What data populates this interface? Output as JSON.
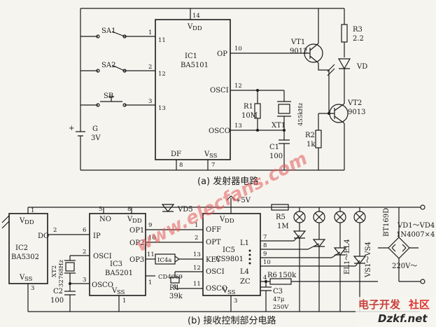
{
  "captions": {
    "a": "(a) 发射器电路",
    "b": "(b) 接收控制部分电路"
  },
  "transmitter": {
    "ic1": {
      "name": "IC1",
      "part": "BA5101",
      "vdd": "V",
      "vdd_sub": "DD",
      "vss": "V",
      "vss_sub": "SS",
      "df": "DF"
    },
    "pins": {
      "p14": "14",
      "p11": "11",
      "p12": "12",
      "p13": "13",
      "p10": "10",
      "op": "OP",
      "osci": "OSCI",
      "osco": "OSCO",
      "p12r": "12",
      "p13r": "13",
      "p1": "1",
      "p2": "2",
      "p3": "3",
      "df_pin": "8",
      "vss_pin": "7"
    },
    "switches": [
      "SA1",
      "SA2",
      "SB"
    ],
    "battery": {
      "name": "G",
      "value": "3V"
    },
    "r1": {
      "name": "R1",
      "value": "10M"
    },
    "r2": {
      "name": "R2",
      "value": "1k"
    },
    "r3": {
      "name": "R3",
      "value": "2.2"
    },
    "c1": {
      "name": "C1",
      "value": "100"
    },
    "xt1": {
      "name": "XT1",
      "freq": "455kHz"
    },
    "vt1": {
      "name": "VT1",
      "part": "9012"
    },
    "vt2": {
      "name": "VT2",
      "part": "9013"
    },
    "led": "VD"
  },
  "receiver": {
    "ic2": {
      "name": "IC2",
      "part": "BA5302",
      "vdd": "V",
      "vdd_sub": "DD",
      "vss": "V",
      "vss_sub": "SS",
      "do": "DO",
      "pin1": "1",
      "pin2": "2",
      "pin3": "3"
    },
    "ic3": {
      "name": "IC3",
      "part": "BA5201",
      "no": "NO",
      "vdd": "V",
      "vdd_sub": "DD",
      "ip": "IP",
      "osci": "OSCI",
      "osco": "OSCO",
      "op1": "OP1",
      "op2": "OP2",
      "op3": "OP3",
      "vss": "V",
      "vss_sub": "SS",
      "p5": "5",
      "p8": "8",
      "p6": "6",
      "p2": "2",
      "p3": "3",
      "p9": "9",
      "p10": "10",
      "p11": "11",
      "p1": "1",
      "p1b": "1"
    },
    "ic4a": "IC4a",
    "cd4069": "CD4069",
    "ic5": {
      "name": "IC5",
      "part": "CS9801",
      "off": "OFF",
      "opt": "OPT",
      "key": "KEY",
      "osci": "OSCI",
      "osco": "OSCO",
      "vdd": "V",
      "vdd_sub": "DD",
      "vss": "V",
      "vss_sub": "SS",
      "l1": "L1",
      "l4": "L4",
      "zc": "ZC",
      "p1": "1",
      "p2": "2",
      "p13": "13",
      "p12": "12",
      "p11": "11",
      "p7": "7",
      "p8": "8",
      "p9": "9",
      "p10": "10",
      "p4": "4",
      "p3": "3"
    },
    "plus5v": "+5V",
    "vd5": "VD5",
    "xt2": {
      "name": "XT2",
      "freq": "32768Hz"
    },
    "c2": {
      "name": "C2",
      "value": "100"
    },
    "r4": {
      "name": "R4",
      "value": "39k"
    },
    "r5": {
      "name": "R5",
      "value": "1M"
    },
    "r6": {
      "name": "R6",
      "value": "150k"
    },
    "c3": {
      "name": "C3",
      "value1": "47μ",
      "value2": "250V"
    },
    "lamps": "EL1～EL4",
    "triacs": "VS1～VS4",
    "bt169": "BT169D",
    "diodes": {
      "name": "VD1～VD4",
      "part": "1N4007×4"
    },
    "ac": "220V～"
  },
  "watermark": {
    "main": "www.elecfans.com",
    "brand1": "电子开发",
    "brand2": "社区",
    "site": "Dzkf.net"
  }
}
